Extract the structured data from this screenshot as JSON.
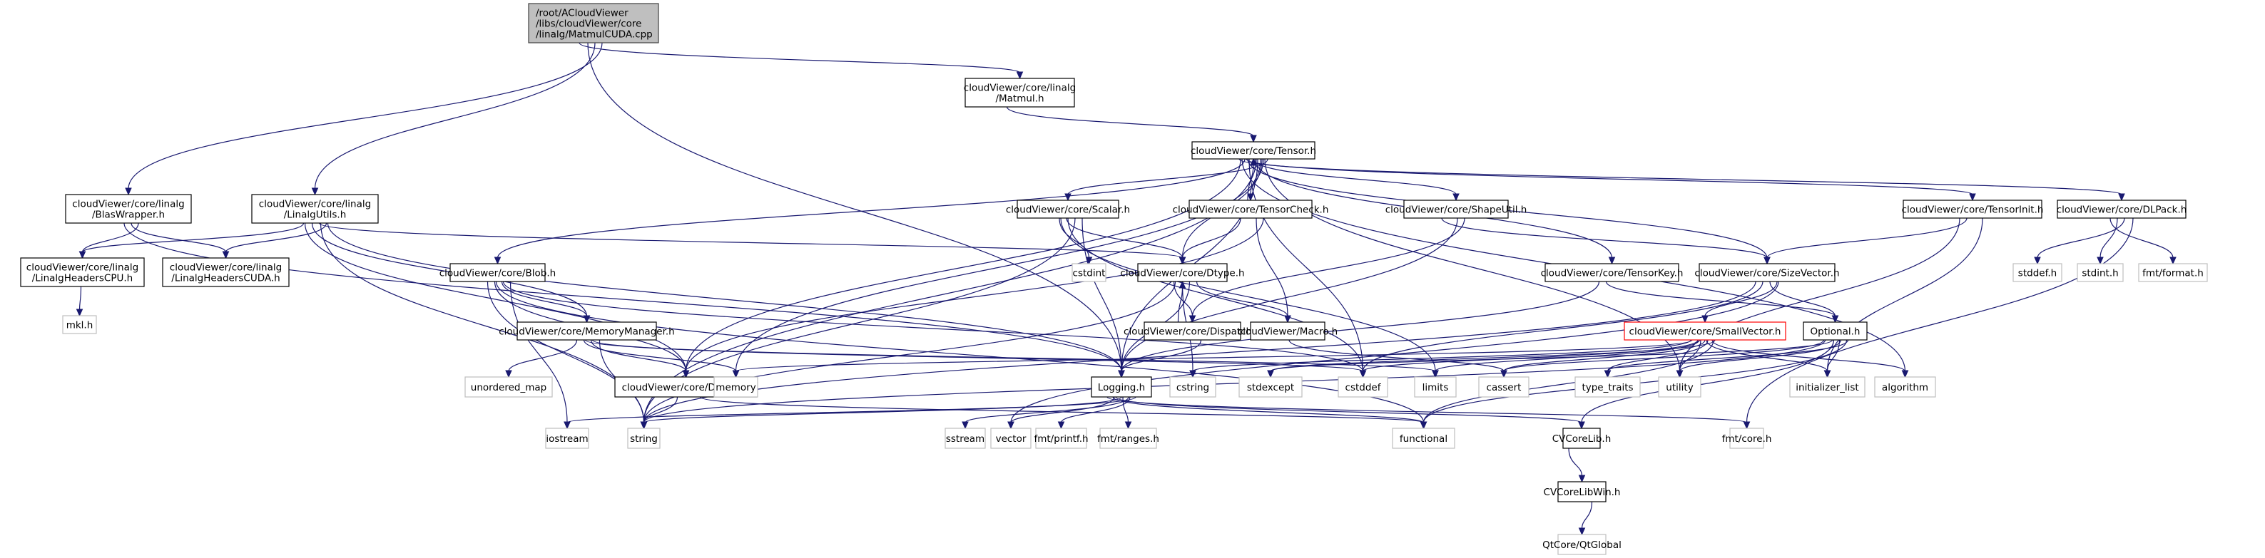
{
  "diagram": {
    "type": "include-dependency-graph",
    "colors": {
      "edge": "#191970",
      "root_fill": "#bfbfbf",
      "root_stroke": "#404040",
      "documented_stroke": "#000000",
      "external_stroke": "#bfbfbf",
      "highlight_stroke": "#ff0000"
    },
    "nodes": [
      {
        "id": "root",
        "lines": [
          "/root/ACloudViewer",
          "/libs/cloudViewer/core",
          "/linalg/MatmulCUDA.cpp"
        ],
        "kind": "root"
      },
      {
        "id": "matmul",
        "lines": [
          "cloudViewer/core/linalg",
          "/Matmul.h"
        ],
        "kind": "doc"
      },
      {
        "id": "tensor",
        "lines": [
          "cloudViewer/core/Tensor.h"
        ],
        "kind": "doc"
      },
      {
        "id": "blaswrapper",
        "lines": [
          "cloudViewer/core/linalg",
          "/BlasWrapper.h"
        ],
        "kind": "doc"
      },
      {
        "id": "linalgutils",
        "lines": [
          "cloudViewer/core/linalg",
          "/LinalgUtils.h"
        ],
        "kind": "doc"
      },
      {
        "id": "lhcpu",
        "lines": [
          "cloudViewer/core/linalg",
          "/LinalgHeadersCPU.h"
        ],
        "kind": "doc"
      },
      {
        "id": "lhcuda",
        "lines": [
          "cloudViewer/core/linalg",
          "/LinalgHeadersCUDA.h"
        ],
        "kind": "doc"
      },
      {
        "id": "mkl",
        "lines": [
          "mkl.h"
        ],
        "kind": "ext"
      },
      {
        "id": "scalar",
        "lines": [
          "cloudViewer/core/Scalar.h"
        ],
        "kind": "doc"
      },
      {
        "id": "tensorcheck",
        "lines": [
          "cloudViewer/core/TensorCheck.h"
        ],
        "kind": "doc"
      },
      {
        "id": "shapeutil",
        "lines": [
          "cloudViewer/core/ShapeUtil.h"
        ],
        "kind": "doc"
      },
      {
        "id": "tensorinit",
        "lines": [
          "cloudViewer/core/TensorInit.h"
        ],
        "kind": "doc"
      },
      {
        "id": "dlpack",
        "lines": [
          "cloudViewer/core/DLPack.h"
        ],
        "kind": "doc"
      },
      {
        "id": "blob",
        "lines": [
          "cloudViewer/core/Blob.h"
        ],
        "kind": "doc"
      },
      {
        "id": "cstdint",
        "lines": [
          "cstdint"
        ],
        "kind": "ext"
      },
      {
        "id": "dtype",
        "lines": [
          "cloudViewer/core/Dtype.h"
        ],
        "kind": "doc"
      },
      {
        "id": "tensorkey",
        "lines": [
          "cloudViewer/core/TensorKey.h"
        ],
        "kind": "doc"
      },
      {
        "id": "sizevector",
        "lines": [
          "cloudViewer/core/SizeVector.h"
        ],
        "kind": "doc"
      },
      {
        "id": "stddef_h",
        "lines": [
          "stddef.h"
        ],
        "kind": "ext"
      },
      {
        "id": "stdint_h",
        "lines": [
          "stdint.h"
        ],
        "kind": "ext"
      },
      {
        "id": "fmtformat",
        "lines": [
          "fmt/format.h"
        ],
        "kind": "ext"
      },
      {
        "id": "memorymanager",
        "lines": [
          "cloudViewer/core/MemoryManager.h"
        ],
        "kind": "doc"
      },
      {
        "id": "dispatch",
        "lines": [
          "cloudViewer/core/Dispatch.h"
        ],
        "kind": "doc"
      },
      {
        "id": "macro",
        "lines": [
          "cloudViewer/Macro.h"
        ],
        "kind": "doc"
      },
      {
        "id": "smallvector",
        "lines": [
          "cloudViewer/core/SmallVector.h"
        ],
        "kind": "highlight"
      },
      {
        "id": "optional",
        "lines": [
          "Optional.h"
        ],
        "kind": "doc"
      },
      {
        "id": "unordered_map",
        "lines": [
          "unordered_map"
        ],
        "kind": "ext"
      },
      {
        "id": "device",
        "lines": [
          "cloudViewer/core/Device.h"
        ],
        "kind": "doc"
      },
      {
        "id": "memory",
        "lines": [
          "memory"
        ],
        "kind": "ext"
      },
      {
        "id": "logging",
        "lines": [
          "Logging.h"
        ],
        "kind": "doc"
      },
      {
        "id": "cstring",
        "lines": [
          "cstring"
        ],
        "kind": "ext"
      },
      {
        "id": "stdexcept",
        "lines": [
          "stdexcept"
        ],
        "kind": "ext"
      },
      {
        "id": "cstddef",
        "lines": [
          "cstddef"
        ],
        "kind": "ext"
      },
      {
        "id": "limits",
        "lines": [
          "limits"
        ],
        "kind": "ext"
      },
      {
        "id": "cassert",
        "lines": [
          "cassert"
        ],
        "kind": "ext"
      },
      {
        "id": "type_traits",
        "lines": [
          "type_traits"
        ],
        "kind": "ext"
      },
      {
        "id": "utility",
        "lines": [
          "utility"
        ],
        "kind": "ext"
      },
      {
        "id": "initializer_list",
        "lines": [
          "initializer_list"
        ],
        "kind": "ext"
      },
      {
        "id": "algorithm",
        "lines": [
          "algorithm"
        ],
        "kind": "ext"
      },
      {
        "id": "iostream",
        "lines": [
          "iostream"
        ],
        "kind": "ext"
      },
      {
        "id": "string",
        "lines": [
          "string"
        ],
        "kind": "ext"
      },
      {
        "id": "sstream",
        "lines": [
          "sstream"
        ],
        "kind": "ext"
      },
      {
        "id": "vector",
        "lines": [
          "vector"
        ],
        "kind": "ext"
      },
      {
        "id": "fmtprintf",
        "lines": [
          "fmt/printf.h"
        ],
        "kind": "ext"
      },
      {
        "id": "fmtranges",
        "lines": [
          "fmt/ranges.h"
        ],
        "kind": "ext"
      },
      {
        "id": "functional",
        "lines": [
          "functional"
        ],
        "kind": "ext"
      },
      {
        "id": "cvcorelib",
        "lines": [
          "CVCoreLib.h"
        ],
        "kind": "doc"
      },
      {
        "id": "fmtcore",
        "lines": [
          "fmt/core.h"
        ],
        "kind": "ext"
      },
      {
        "id": "cvcorelibwin",
        "lines": [
          "CVCoreLibWin.h"
        ],
        "kind": "doc"
      },
      {
        "id": "qtglobal",
        "lines": [
          "QtCore/QtGlobal"
        ],
        "kind": "ext"
      }
    ],
    "edges": [
      [
        "root",
        "matmul"
      ],
      [
        "root",
        "blaswrapper"
      ],
      [
        "root",
        "linalgutils"
      ],
      [
        "root",
        "logging"
      ],
      [
        "matmul",
        "tensor"
      ],
      [
        "blaswrapper",
        "lhcpu"
      ],
      [
        "blaswrapper",
        "lhcuda"
      ],
      [
        "blaswrapper",
        "logging"
      ],
      [
        "linalgutils",
        "lhcpu"
      ],
      [
        "linalgutils",
        "lhcuda"
      ],
      [
        "linalgutils",
        "dtype"
      ],
      [
        "linalgutils",
        "memorymanager"
      ],
      [
        "linalgutils",
        "device"
      ],
      [
        "linalgutils",
        "logging"
      ],
      [
        "linalgutils",
        "string"
      ],
      [
        "lhcpu",
        "mkl"
      ],
      [
        "tensor",
        "blob"
      ],
      [
        "tensor",
        "scalar"
      ],
      [
        "tensor",
        "tensorcheck"
      ],
      [
        "tensor",
        "shapeutil"
      ],
      [
        "tensor",
        "tensorinit"
      ],
      [
        "tensor",
        "dlpack"
      ],
      [
        "tensor",
        "dtype"
      ],
      [
        "tensor",
        "tensorkey"
      ],
      [
        "tensor",
        "sizevector"
      ],
      [
        "tensor",
        "device"
      ],
      [
        "tensor",
        "memory"
      ],
      [
        "tensor",
        "string"
      ],
      [
        "tensor",
        "cstddef"
      ],
      [
        "tensor",
        "algorithm"
      ],
      [
        "tensor",
        "utility"
      ],
      [
        "tensor",
        "logging"
      ],
      [
        "tensorcheck",
        "tensor"
      ],
      [
        "tensorcheck",
        "dtype"
      ],
      [
        "tensorcheck",
        "device"
      ],
      [
        "tensorcheck",
        "macro"
      ],
      [
        "scalar",
        "dtype"
      ],
      [
        "scalar",
        "cstdint"
      ],
      [
        "scalar",
        "logging"
      ],
      [
        "scalar",
        "string"
      ],
      [
        "scalar",
        "cstddef"
      ],
      [
        "scalar",
        "limits"
      ],
      [
        "shapeutil",
        "sizevector"
      ],
      [
        "shapeutil",
        "dispatch"
      ],
      [
        "shapeutil",
        "logging"
      ],
      [
        "tensorinit",
        "sizevector"
      ],
      [
        "tensorinit",
        "utility"
      ],
      [
        "tensorinit",
        "initializer_list"
      ],
      [
        "dlpack",
        "stddef_h"
      ],
      [
        "dlpack",
        "stdint_h"
      ],
      [
        "dlpack",
        "fmtformat"
      ],
      [
        "dlpack",
        "fmtcore"
      ],
      [
        "blob",
        "memorymanager"
      ],
      [
        "blob",
        "device"
      ],
      [
        "blob",
        "string"
      ],
      [
        "blob",
        "iostream"
      ],
      [
        "blob",
        "cstddef"
      ],
      [
        "blob",
        "functional"
      ],
      [
        "dtype",
        "dispatch"
      ],
      [
        "dtype",
        "macro"
      ],
      [
        "dtype",
        "logging"
      ],
      [
        "dtype",
        "cstring"
      ],
      [
        "dtype",
        "string"
      ],
      [
        "dispatch",
        "dtype"
      ],
      [
        "dispatch",
        "logging"
      ],
      [
        "macro",
        "cassert"
      ],
      [
        "tensorkey",
        "optional"
      ],
      [
        "tensorkey",
        "logging"
      ],
      [
        "sizevector",
        "smallvector"
      ],
      [
        "sizevector",
        "optional"
      ],
      [
        "sizevector",
        "cstddef"
      ],
      [
        "sizevector",
        "string"
      ],
      [
        "sizevector",
        "vector"
      ],
      [
        "memorymanager",
        "device"
      ],
      [
        "memorymanager",
        "memory"
      ],
      [
        "memorymanager",
        "unordered_map"
      ],
      [
        "memorymanager",
        "string"
      ],
      [
        "memorymanager",
        "cstddef"
      ],
      [
        "memorymanager",
        "limits"
      ],
      [
        "device",
        "string"
      ],
      [
        "device",
        "functional"
      ],
      [
        "smallvector",
        "algorithm"
      ],
      [
        "smallvector",
        "cassert"
      ],
      [
        "smallvector",
        "cstddef"
      ],
      [
        "smallvector",
        "cstring"
      ],
      [
        "smallvector",
        "functional"
      ],
      [
        "smallvector",
        "initializer_list"
      ],
      [
        "smallvector",
        "limits"
      ],
      [
        "smallvector",
        "memory"
      ],
      [
        "smallvector",
        "stdexcept"
      ],
      [
        "smallvector",
        "type_traits"
      ],
      [
        "smallvector",
        "utility"
      ],
      [
        "optional",
        "cassert"
      ],
      [
        "optional",
        "functional"
      ],
      [
        "optional",
        "initializer_list"
      ],
      [
        "optional",
        "stdexcept"
      ],
      [
        "optional",
        "string"
      ],
      [
        "optional",
        "type_traits"
      ],
      [
        "optional",
        "utility"
      ],
      [
        "optional",
        "cvcorelib"
      ],
      [
        "logging",
        "functional"
      ],
      [
        "logging",
        "iostream"
      ],
      [
        "logging",
        "sstream"
      ],
      [
        "logging",
        "string"
      ],
      [
        "logging",
        "vector"
      ],
      [
        "logging",
        "fmtcore"
      ],
      [
        "logging",
        "fmtprintf"
      ],
      [
        "logging",
        "fmtranges"
      ],
      [
        "logging",
        "cvcorelib"
      ],
      [
        "cvcorelib",
        "cvcorelibwin"
      ],
      [
        "cvcorelibwin",
        "qtglobal"
      ]
    ]
  }
}
